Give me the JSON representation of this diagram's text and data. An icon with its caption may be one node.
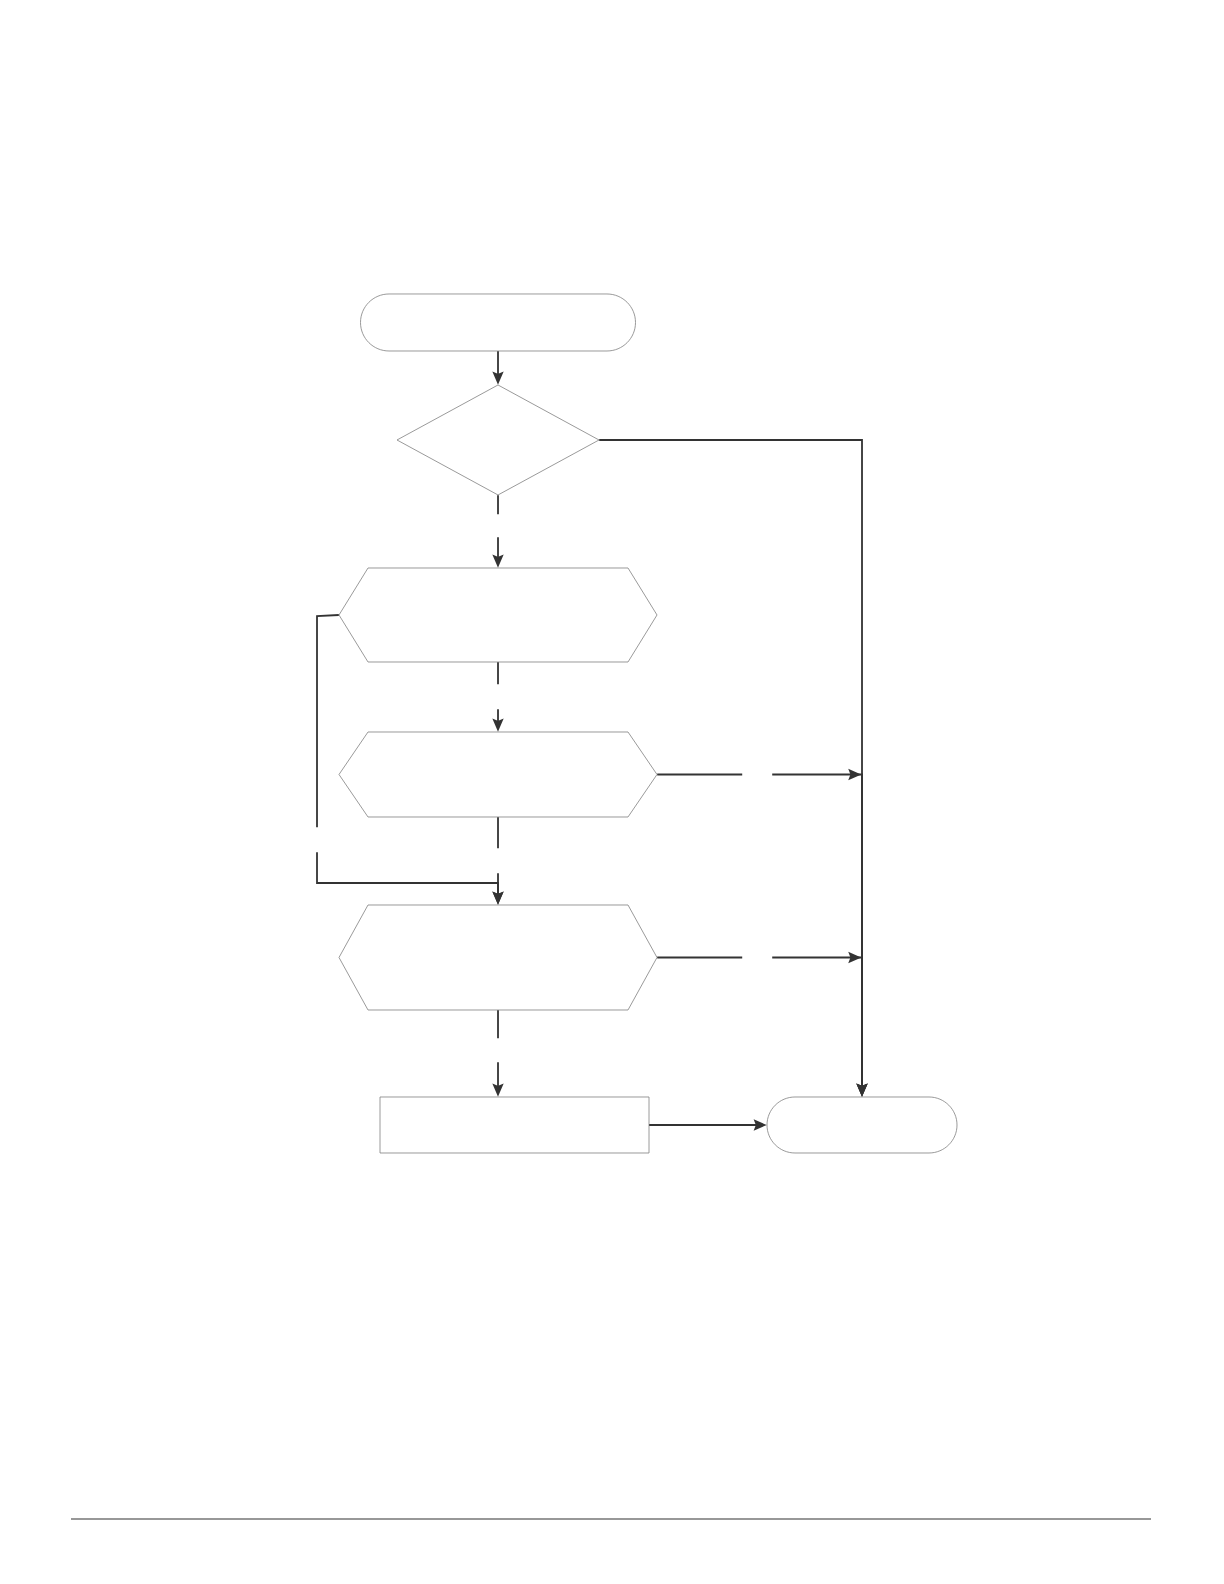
{
  "diagram": {
    "nodes": [
      {
        "text": [],
        "shape": "capsule"
      },
      {
        "text": [],
        "shape": "diamond"
      },
      {
        "text": [],
        "shape": "hexagon"
      },
      {
        "text": [],
        "shape": "hexagon"
      },
      {
        "text": [],
        "shape": "hexagon"
      },
      {
        "text": [],
        "shape": "box"
      },
      {
        "text": [],
        "shape": "capsule"
      }
    ],
    "edges": [
      {
        "from": 0,
        "to": 1,
        "arrow": "to"
      },
      {
        "from": 1,
        "to": 2,
        "arrow": "to",
        "style": "dashed"
      },
      {
        "from": 1,
        "to": 6,
        "arrow": "to"
      },
      {
        "from": 2,
        "to": 3,
        "arrow": "to",
        "style": "dashed"
      },
      {
        "from": 2,
        "to": 4,
        "arrow": "to",
        "style": "dashed"
      },
      {
        "from": 3,
        "to": 4,
        "arrow": "to",
        "style": "dashed"
      },
      {
        "from": 3,
        "to": 6,
        "arrow": "to",
        "style": "dashed"
      },
      {
        "from": 4,
        "to": 5,
        "arrow": "to",
        "style": "dashed"
      },
      {
        "from": 4,
        "to": 6,
        "arrow": "to",
        "style": "dashed"
      },
      {
        "from": 5,
        "to": 6,
        "arrow": "to"
      }
    ]
  }
}
